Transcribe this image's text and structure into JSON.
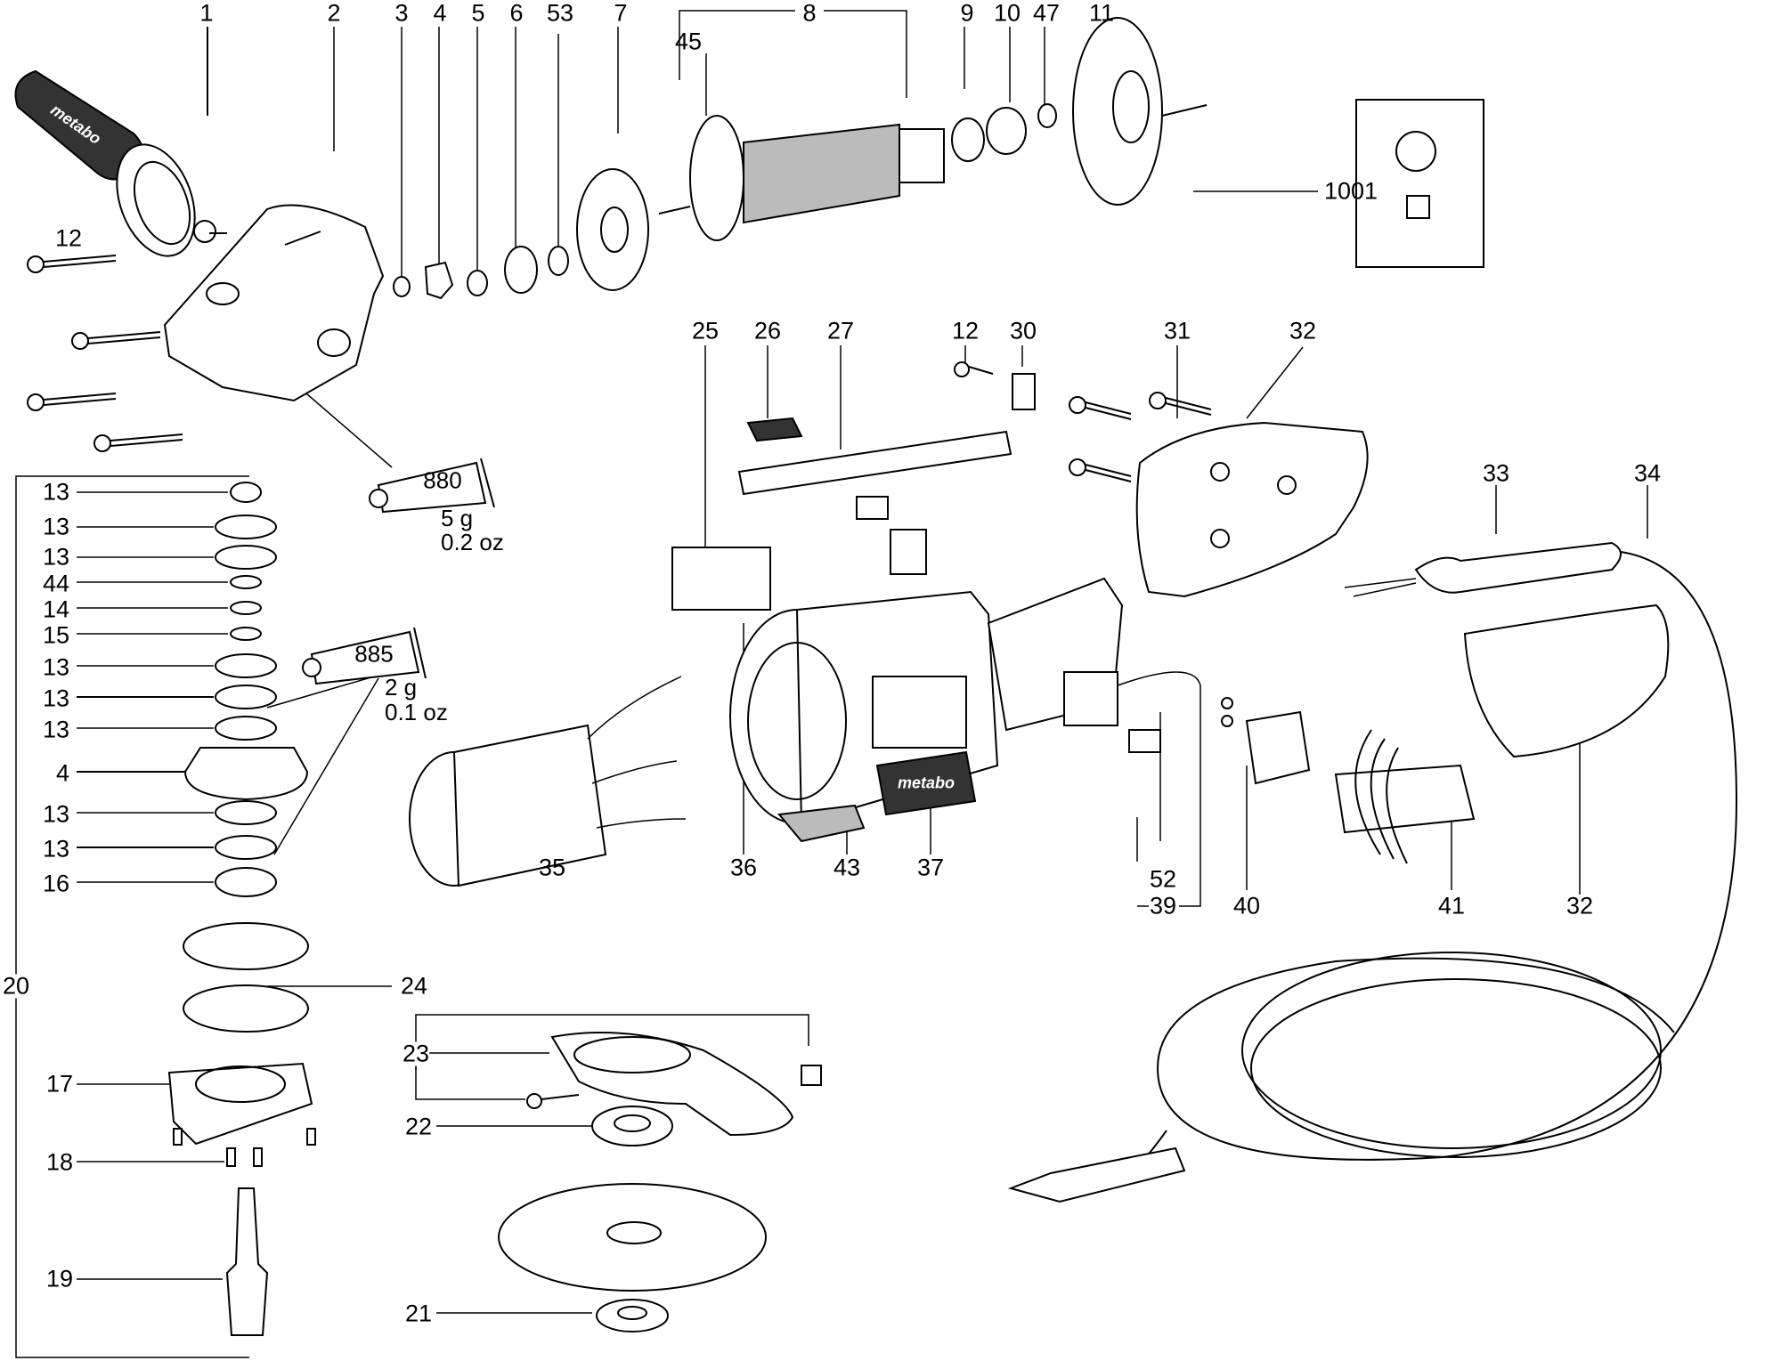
{
  "diagram": {
    "title": "Angle grinder exploded parts view",
    "brand_text": "metabo",
    "callouts": {
      "p1": "1",
      "p2": "2",
      "p3": "3",
      "p4": "4",
      "p5": "5",
      "p6": "6",
      "p53": "53",
      "p7": "7",
      "p8": "8",
      "p45": "45",
      "p9": "9",
      "p10": "10",
      "p47": "47",
      "p11": "11",
      "p1001": "1001",
      "p12a": "12",
      "p12b": "12",
      "p25": "25",
      "p26": "26",
      "p27": "27",
      "p30": "30",
      "p31": "31",
      "p32a": "32",
      "p32b": "32",
      "p33": "33",
      "p34": "34",
      "p35": "35",
      "p36": "36",
      "p43": "43",
      "p37": "37",
      "p52": "52",
      "p39": "39",
      "p40": "40",
      "p41": "41",
      "p20": "20",
      "p24": "24",
      "p17": "17",
      "p18": "18",
      "p19": "19",
      "p23": "23",
      "p22": "22",
      "p21": "21",
      "p16": "16",
      "p4b": "4"
    },
    "stack_labels": [
      "13",
      "13",
      "13",
      "44",
      "14",
      "15",
      "13",
      "13",
      "13",
      "4",
      "13",
      "13",
      "16"
    ],
    "grease_tubes": [
      {
        "code": "880",
        "weight": "5 g",
        "weight_imperial": "0.2 oz"
      },
      {
        "code": "885",
        "weight": "2 g",
        "weight_imperial": "0.1 oz"
      }
    ]
  }
}
